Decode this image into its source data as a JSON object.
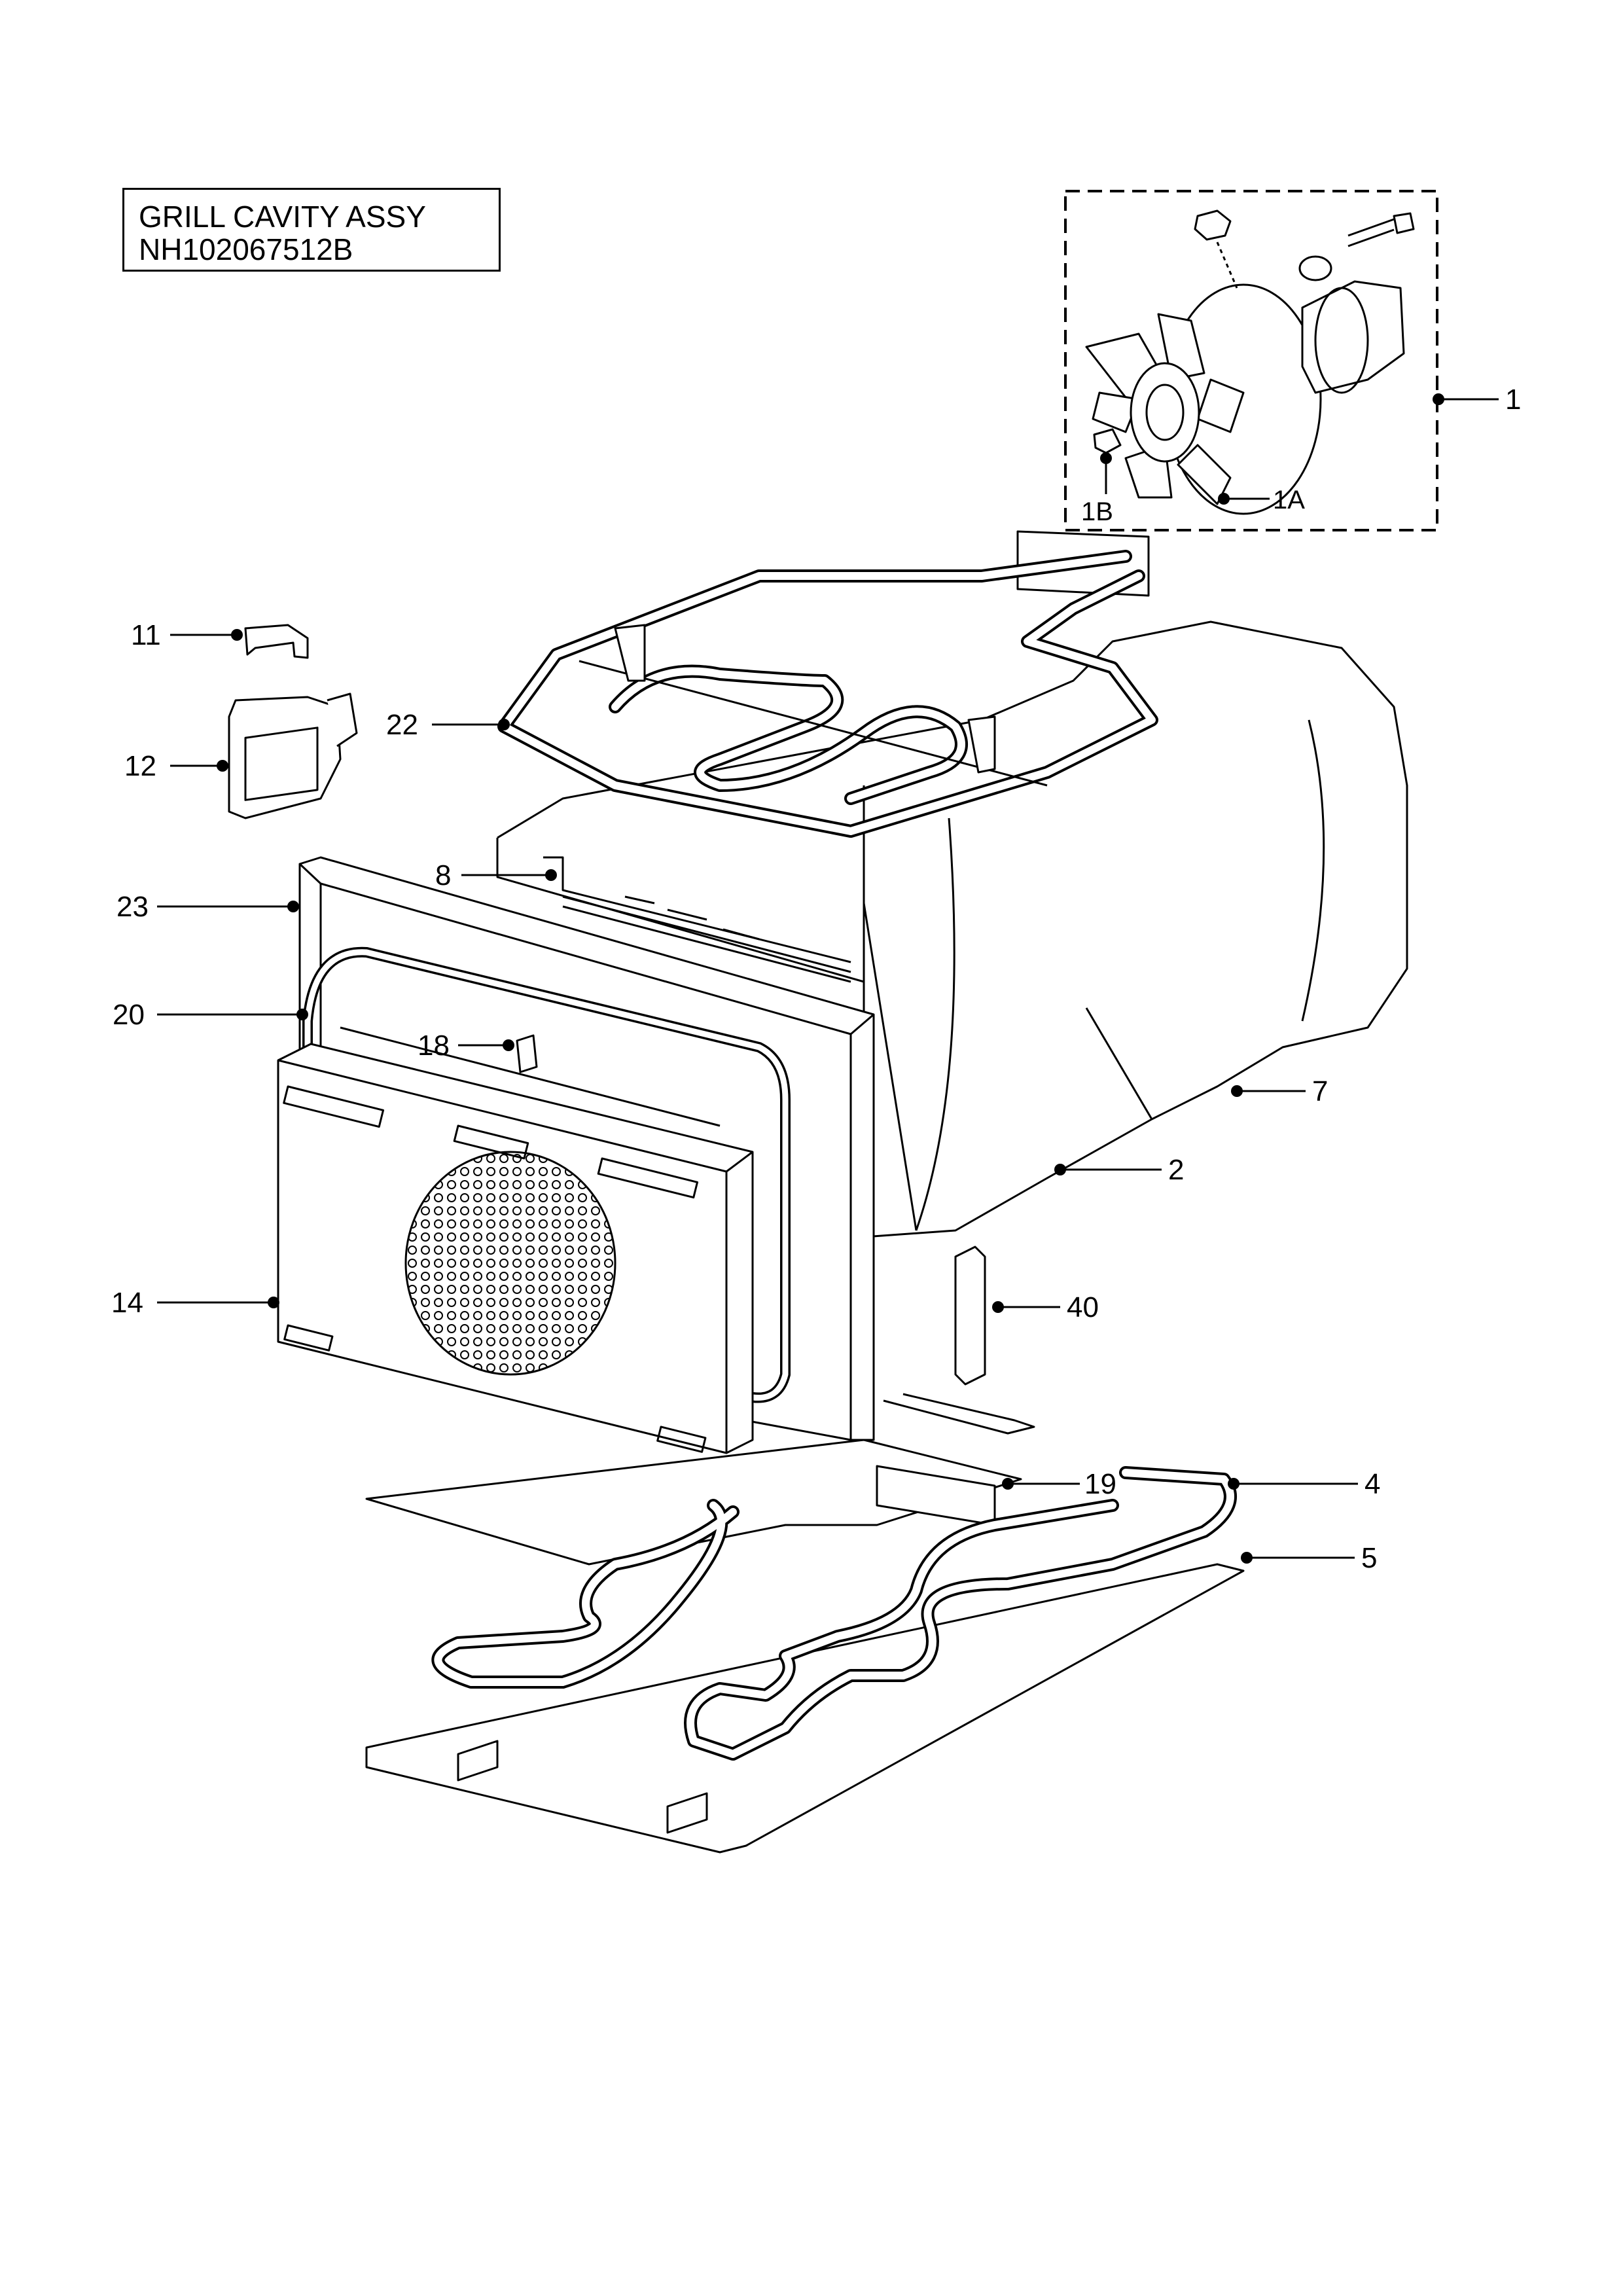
{
  "title": {
    "line1": "GRILL CAVITY ASSY",
    "line2": "NH102067512B"
  },
  "callouts": [
    {
      "id": "1",
      "label": "1"
    },
    {
      "id": "1A",
      "label": "1A"
    },
    {
      "id": "1B",
      "label": "1B"
    },
    {
      "id": "11",
      "label": "11"
    },
    {
      "id": "12",
      "label": "12"
    },
    {
      "id": "22",
      "label": "22"
    },
    {
      "id": "8",
      "label": "8"
    },
    {
      "id": "23",
      "label": "23"
    },
    {
      "id": "20",
      "label": "20"
    },
    {
      "id": "18",
      "label": "18"
    },
    {
      "id": "7",
      "label": "7"
    },
    {
      "id": "2",
      "label": "2"
    },
    {
      "id": "14",
      "label": "14"
    },
    {
      "id": "40",
      "label": "40"
    },
    {
      "id": "19",
      "label": "19"
    },
    {
      "id": "4",
      "label": "4"
    },
    {
      "id": "5",
      "label": "5"
    }
  ]
}
